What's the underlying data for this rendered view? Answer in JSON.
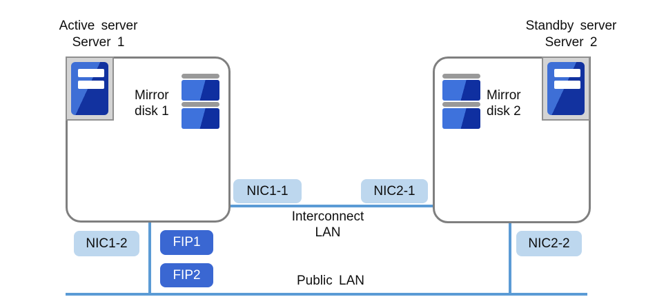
{
  "colors": {
    "line_blue": "#5B9BD5",
    "chip_light_blue": "#BDD7EE",
    "fip_blue": "#3A67D2",
    "box_border_gray": "#7F7F7F",
    "icon_frame_gray": "#D4D4D4",
    "icon_blue_light": "#3E6FD6",
    "icon_blue_dark": "#12329F",
    "disk_bar_gray": "#999999"
  },
  "servers": {
    "left": {
      "role": "Active server",
      "name": "Server 1",
      "disk_label_line1": "Mirror",
      "disk_label_line2": "disk 1"
    },
    "right": {
      "role": "Standby server",
      "name": "Server 2",
      "disk_label_line1": "Mirror",
      "disk_label_line2": "disk 2"
    }
  },
  "nics": {
    "nic1_1": "NIC1-1",
    "nic1_2": "NIC1-2",
    "nic2_1": "NIC2-1",
    "nic2_2": "NIC2-2"
  },
  "fips": {
    "fip1": "FIP1",
    "fip2": "FIP2"
  },
  "networks": {
    "interconnect_line1": "Interconnect",
    "interconnect_line2": "LAN",
    "public": "Public LAN"
  }
}
